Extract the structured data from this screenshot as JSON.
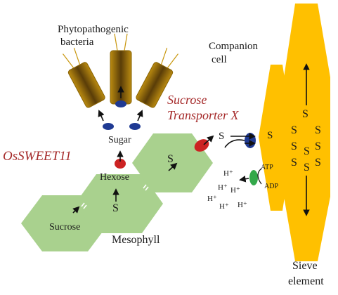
{
  "labels": {
    "bacteria_line1": "Phytopathogenic",
    "bacteria_line2": "bacteria",
    "companion_line1": "Companion",
    "companion_line2": "cell",
    "sucrose_transporter_line1": "Sucrose",
    "sucrose_transporter_line2": "Transporter X",
    "ossweet11": "OsSWEET11",
    "sugar": "Sugar",
    "hexose": "Hexose",
    "sucrose": "Sucrose",
    "mesophyll": "Mesophyll",
    "sieve_line1": "Sieve",
    "sieve_line2": "element",
    "atp": "ATP",
    "adp": "ADP",
    "s": "S",
    "hplus": "H⁺"
  },
  "colors": {
    "mesophyll_fill": "#a9d18e",
    "phloem_fill": "#ffc000",
    "bacteria_fill": "#c8960c",
    "transporter_red": "#cc2222",
    "transporter_blue": "#1f3a93",
    "pump_green": "#33a84a",
    "label_red": "#a52a2a"
  }
}
